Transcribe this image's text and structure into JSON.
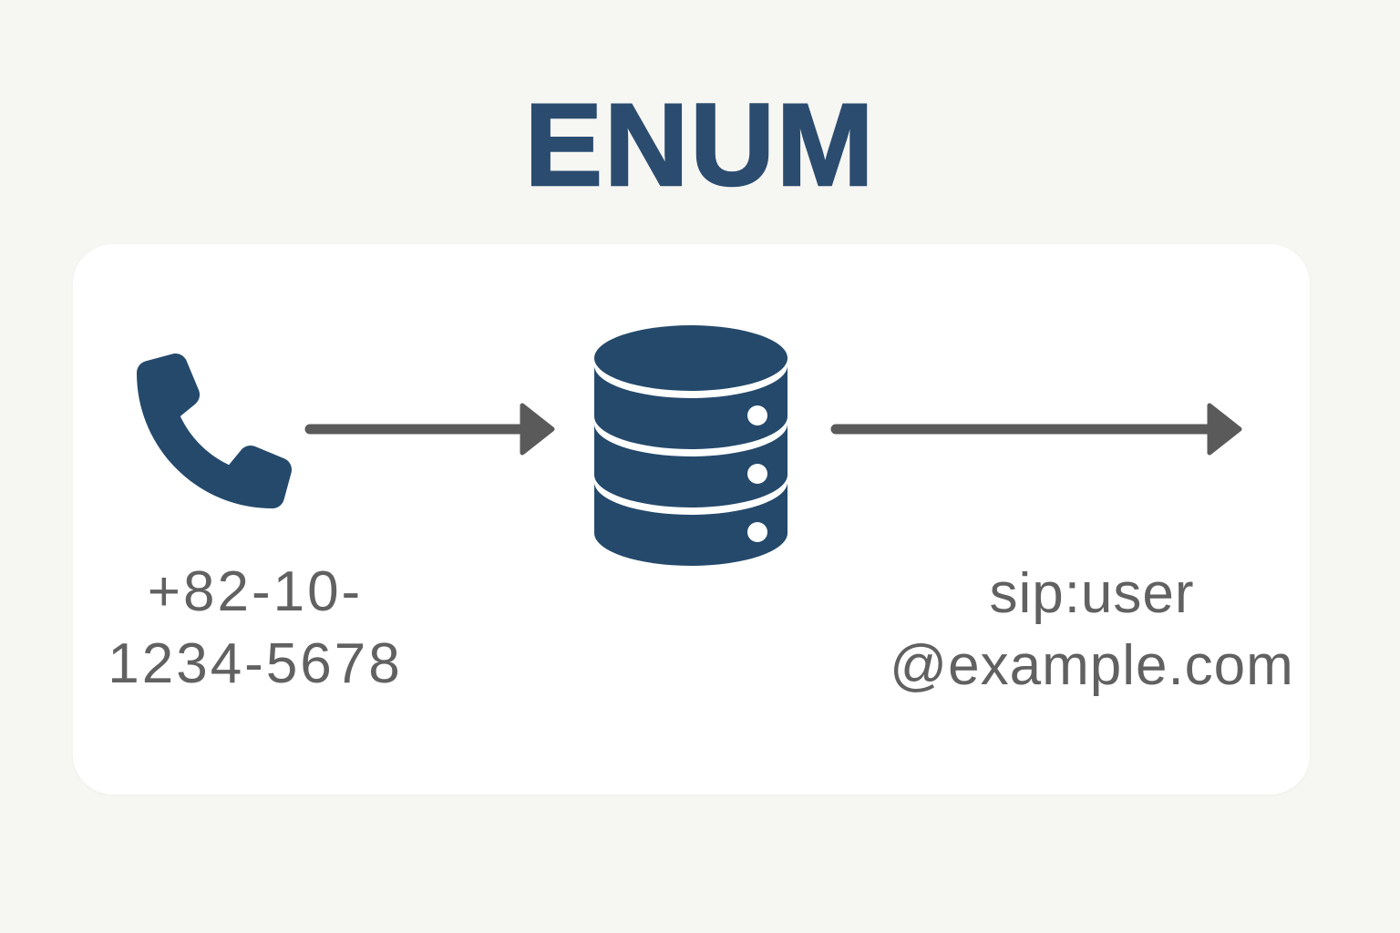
{
  "title": "ENUM",
  "flow": {
    "source": {
      "icon": "phone-icon",
      "label_lines": [
        "+82-10-",
        "1234-5678"
      ]
    },
    "arrow_left": {
      "icon": "arrow-right-icon"
    },
    "lookup": {
      "icon": "database-icon"
    },
    "arrow_right": {
      "icon": "arrow-right-icon"
    },
    "result": {
      "label_lines": [
        "sip:user",
        "@example.com"
      ]
    }
  },
  "colors": {
    "navy": "#24496b",
    "title_navy": "#2b4c6f",
    "text_gray": "#616161",
    "arrow_gray": "#5a5a5a",
    "background": "#f6f6f3",
    "card": "#ffffff",
    "dot_white": "#ffffff"
  }
}
